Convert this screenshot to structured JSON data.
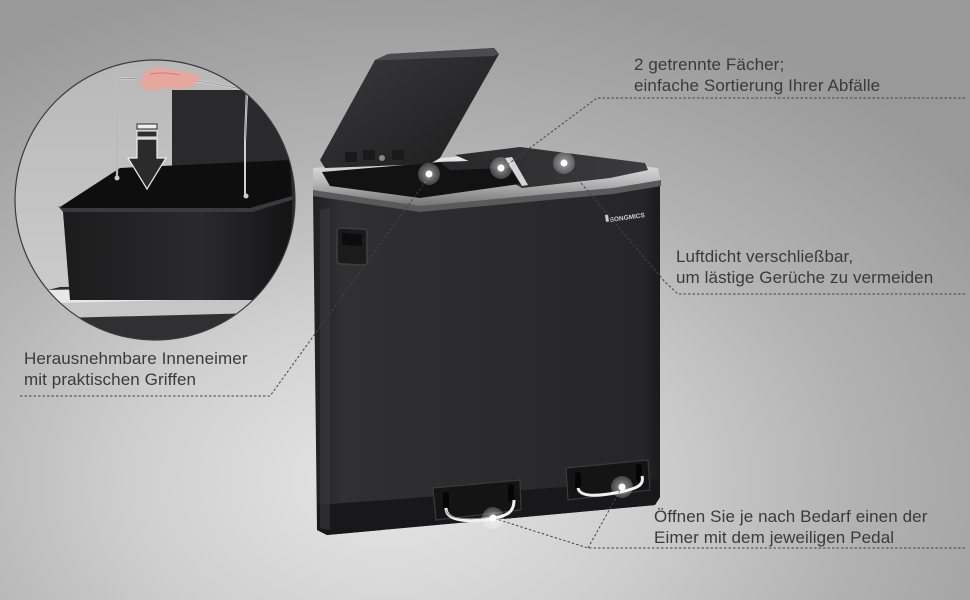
{
  "image": {
    "type": "product-feature-infographic",
    "product": "dual-compartment pedal bin",
    "brand_logo": "SONGMICS",
    "colors": {
      "background_light": "#e6e6e6",
      "background_dark": "#999999",
      "bin_body": "#2b2b2d",
      "rim_steel": "#d8d8d8",
      "callout_text": "#3a3a3a",
      "leader_line": "#444444",
      "marker_dot": "#ffffff"
    }
  },
  "callouts": {
    "compartments": {
      "line1": "2 getrennte Fächer;",
      "line2": "einfache Sortierung Ihrer Abfälle"
    },
    "airtight": {
      "line1": "Luftdicht verschließbar,",
      "line2": "um lästige Gerüche zu vermeiden"
    },
    "inner_buckets": {
      "line1": "Herausnehmbare Inneneimer",
      "line2": "mit praktischen Griffen"
    },
    "pedals": {
      "line1": "Öffnen Sie je nach Bedarf einen der",
      "line2": "Eimer mit dem jeweiligen Pedal"
    }
  },
  "icons": {
    "inset_arrow": "down-arrow-icon",
    "markers": [
      "marker-dot-icon"
    ]
  }
}
